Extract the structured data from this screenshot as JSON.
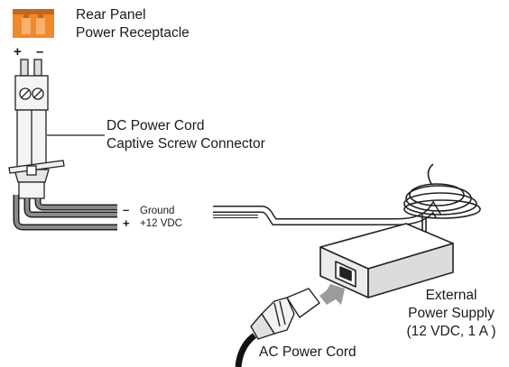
{
  "labels": {
    "rear_panel_line1": "Rear Panel",
    "rear_panel_line2": "Power Receptacle",
    "plus": "+",
    "minus": "–",
    "cord_line1": "DC Power Cord",
    "cord_line2": "Captive Screw Connector",
    "ground_sign": "–",
    "ground": "Ground",
    "vdc_sign": "+",
    "vdc": "+12 VDC",
    "supply_line1": "External",
    "supply_line2": "Power Supply",
    "supply_line3": "(12 VDC, 1 A )",
    "ac_cord": "AC Power Cord"
  },
  "colors": {
    "receptacle_orange": "#f0892a",
    "receptacle_dark": "#c7661a",
    "wire_gray": "#8a8a8a",
    "outline": "#222222",
    "body_gray": "#e8e8e8",
    "arrow_gray": "#9b9b9b",
    "ac_cord_black": "#111111"
  }
}
